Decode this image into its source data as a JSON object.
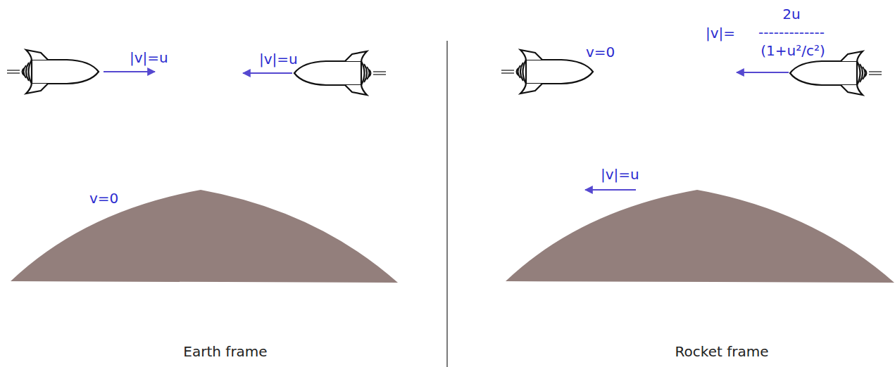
{
  "diagram": {
    "labels": [
      "|v|=u",
      "|v|=u",
      "v=0",
      "Earth frame",
      "v=0",
      "|v|=",
      "2u",
      "-------------",
      "(1+u²/c²)",
      "|v|=u",
      "Rocket frame"
    ]
  }
}
